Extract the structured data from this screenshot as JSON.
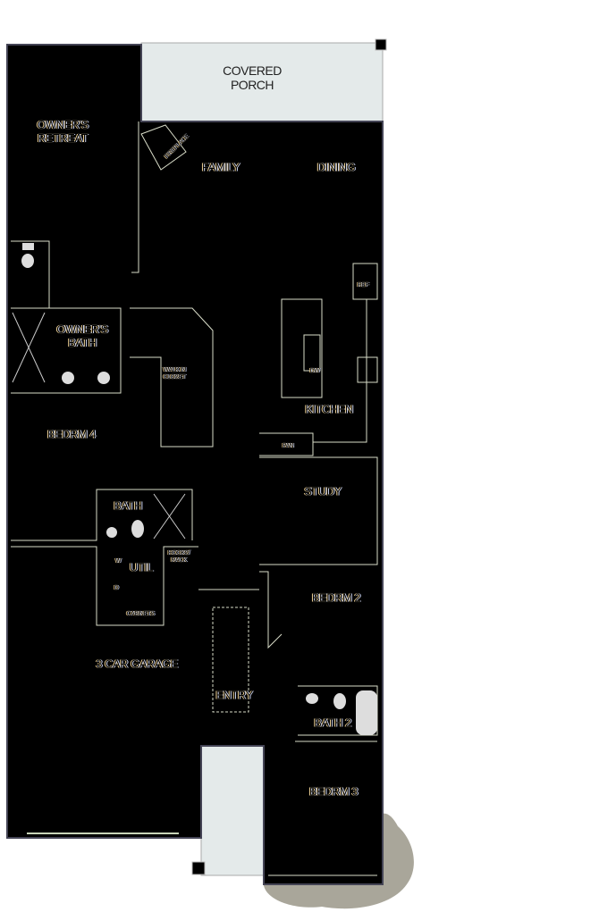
{
  "rooms": {
    "covered_porch": "COVERED\nPORCH",
    "owners_retreat": "OWNER'S\nRETREAT",
    "fireplace": "FIREPLACE",
    "family": "FAMILY",
    "dining": "DINING",
    "ref": "REF",
    "dw": "DW",
    "owners_bath": "OWNER'S\nBATH",
    "walk_in_closet": "WALK IN\nCLOSET",
    "kitchen": "KITCHEN",
    "pantry": "PAN",
    "bedrm4": "BEDRM 4",
    "study": "STUDY",
    "bath": "BATH",
    "util": "UTIL",
    "washer": "W",
    "dryer": "D",
    "rack": "HOOKS/\nRACK",
    "cabinets": "CABINETS",
    "bedrm2": "BEDRM 2",
    "garage": "3 CAR GARAGE",
    "entry": "ENTRY",
    "bath2": "BATH 2",
    "bedrm3": "BEDRM 3"
  },
  "colors": {
    "floor": "#000000",
    "porch": "#e4eaea",
    "wall_line": "#d8dcc8",
    "landscape": "#a9a69a",
    "landscape_dots": "#3f7fd0"
  }
}
